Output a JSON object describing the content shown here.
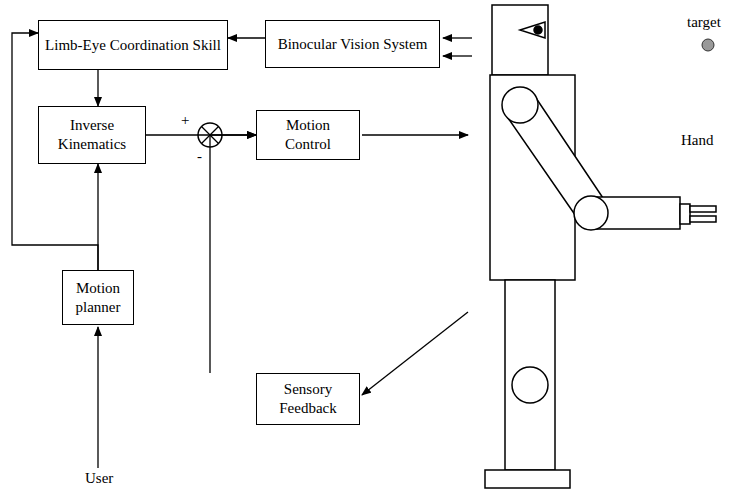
{
  "diagram": {
    "nodes": [
      {
        "text": [
          "Limb-Eye Coordination Skill"
        ]
      },
      {
        "text": [
          "Binocular Vision System"
        ]
      },
      {
        "text": [
          "Inverse Kinematics"
        ]
      },
      {
        "text": [
          "Motion Control"
        ]
      },
      {
        "text": [
          "Motion planner"
        ]
      },
      {
        "text": [
          "Sensory Feedback"
        ]
      }
    ],
    "edges": [
      {
        "from": 1,
        "to": 0,
        "arrow": "to"
      },
      {
        "from": 0,
        "to": 2,
        "arrow": "to"
      },
      {
        "from": 2,
        "to": 3,
        "arrow": "to"
      },
      {
        "from": 5,
        "to": 3,
        "arrow": "to"
      },
      {
        "from": 4,
        "to": 2,
        "arrow": "to"
      },
      {
        "from": 4,
        "to": 0,
        "arrow": "to"
      }
    ],
    "labels": [
      "+",
      "-",
      "target",
      "Hand",
      "User"
    ]
  }
}
